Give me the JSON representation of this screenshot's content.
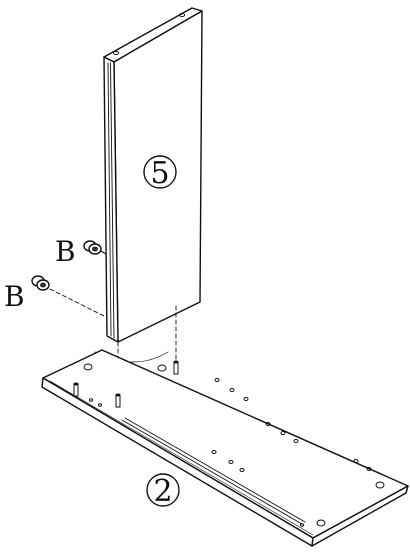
{
  "diagram": {
    "panel_label": "5",
    "base_label": "2",
    "part_label_upper": "B",
    "part_label_lower": "B"
  }
}
